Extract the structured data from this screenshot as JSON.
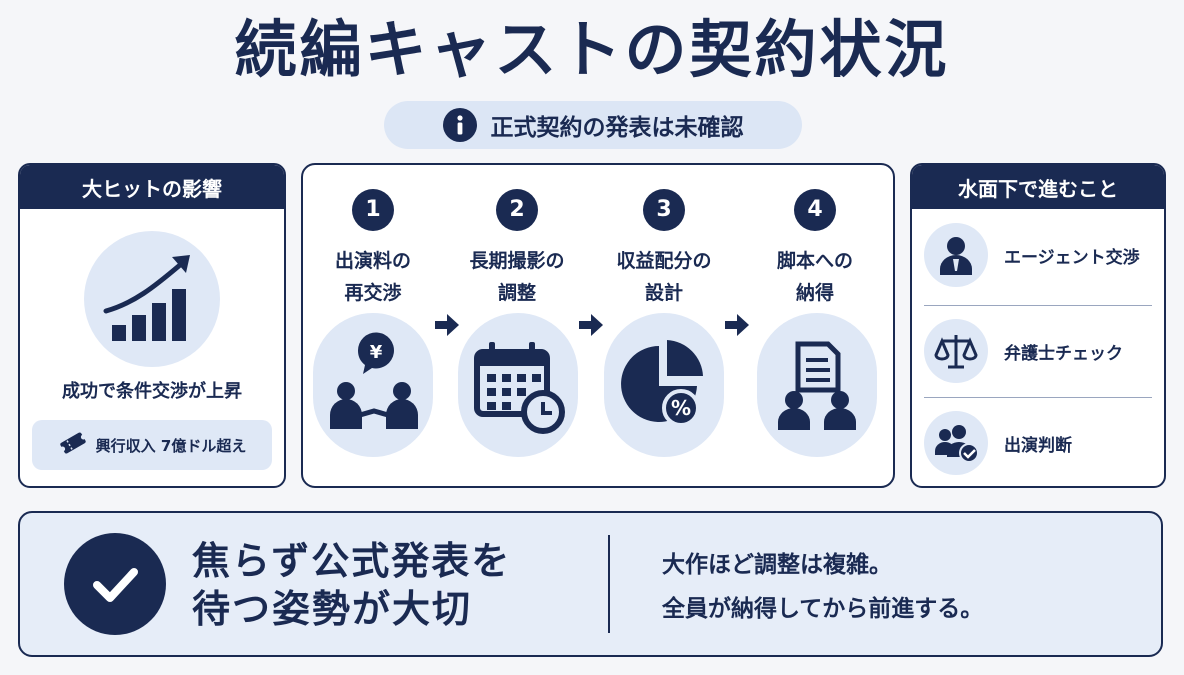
{
  "title": "続編キャストの契約状況",
  "notice": {
    "text": "正式契約の発表は未確認",
    "icon": "info-icon"
  },
  "left_panel": {
    "header": "大ヒットの影響",
    "caption": "成功で条件交渉が上昇",
    "badge": "興行収入 7億ドル超え"
  },
  "steps": [
    {
      "number": "1",
      "line1": "出演料の",
      "line2": "再交渉",
      "icon": "negotiation-yen-icon"
    },
    {
      "number": "2",
      "line1": "長期撮影の",
      "line2": "調整",
      "icon": "calendar-clock-icon"
    },
    {
      "number": "3",
      "line1": "収益配分の",
      "line2": "設計",
      "icon": "pie-chart-percent-icon"
    },
    {
      "number": "4",
      "line1": "脚本への",
      "line2": "納得",
      "icon": "script-review-icon"
    }
  ],
  "right_panel": {
    "header": "水面下で進むこと",
    "items": [
      {
        "label": "エージェント交渉",
        "icon": "agent-icon"
      },
      {
        "label": "弁護士チェック",
        "icon": "scales-icon"
      },
      {
        "label": "出演判断",
        "icon": "group-check-icon"
      }
    ]
  },
  "bottom": {
    "headline_line1": "焦らず公式発表を",
    "headline_line2": "待つ姿勢が大切",
    "note_line1": "大作ほど調整は複雑。",
    "note_line2": "全員が納得してから前進する。"
  },
  "colors": {
    "navy": "#1a2a52",
    "light_blue": "#dfe8f6",
    "background": "#f5f6f9"
  }
}
